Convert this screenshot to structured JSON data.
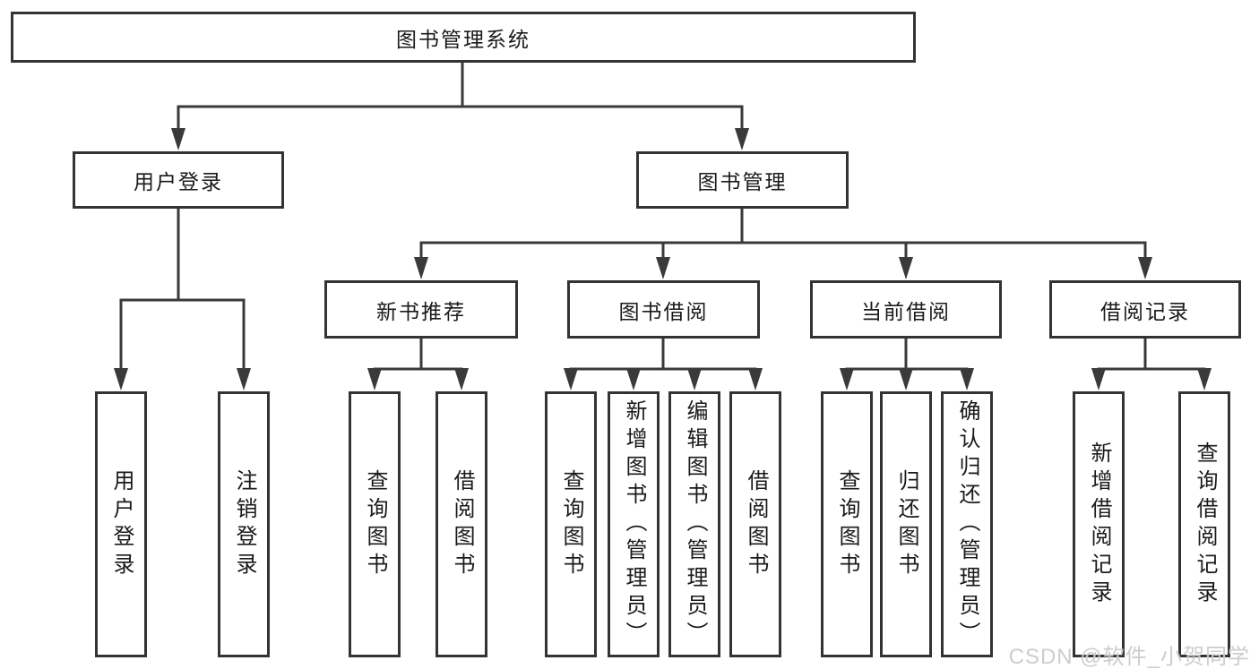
{
  "diagram": {
    "root": {
      "label": "图书管理系统",
      "children": [
        {
          "label": "用户登录",
          "children": [
            {
              "label": "用户登录"
            },
            {
              "label": "注销登录"
            }
          ]
        },
        {
          "label": "图书管理",
          "children": [
            {
              "label": "新书推荐",
              "children": [
                {
                  "label": "查询图书"
                },
                {
                  "label": "借阅图书"
                }
              ]
            },
            {
              "label": "图书借阅",
              "children": [
                {
                  "label": "查询图书"
                },
                {
                  "label": "新增图书（管理员）"
                },
                {
                  "label": "编辑图书（管理员）"
                },
                {
                  "label": "借阅图书"
                }
              ]
            },
            {
              "label": "当前借阅",
              "children": [
                {
                  "label": "查询图书"
                },
                {
                  "label": "归还图书"
                },
                {
                  "label": "确认归还（管理员）"
                }
              ]
            },
            {
              "label": "借阅记录",
              "children": [
                {
                  "label": "新增借阅记录"
                },
                {
                  "label": "查询借阅记录"
                }
              ]
            }
          ]
        }
      ]
    }
  },
  "watermark": {
    "text": "CSDN @软件_小贺同学"
  },
  "colors": {
    "line": "#3a3a3a",
    "box_border": "#333333",
    "box_fill": "#ffffff",
    "text": "#1a1a1a",
    "watermark": "#c9c9c9"
  }
}
